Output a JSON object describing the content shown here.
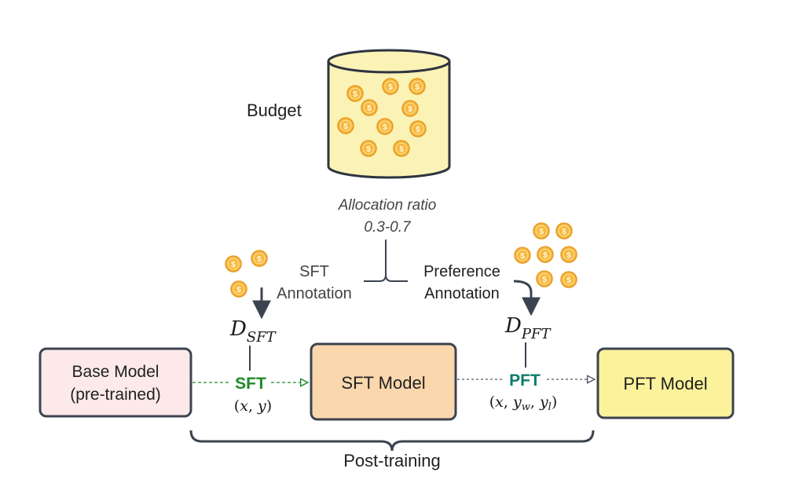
{
  "budget": {
    "label": "Budget",
    "allocation_line1": "Allocation ratio",
    "allocation_line2": "0.3-0.7"
  },
  "branches": {
    "sft_line1": "SFT",
    "sft_line2": "Annotation",
    "pref_line1": "Preference",
    "pref_line2": "Annotation"
  },
  "datasets": {
    "sft_base": "D",
    "sft_sub": "SFT",
    "pft_base": "D",
    "pft_sub": "PFT"
  },
  "models": {
    "base_line1": "Base Model",
    "base_line2": "(pre-trained)",
    "sft": "SFT Model",
    "pft": "PFT Model"
  },
  "stages": {
    "sft_label": "SFT",
    "sft_sig_open": "(",
    "sft_sig_x": "x",
    "sft_sig_comma": ", ",
    "sft_sig_y": "y",
    "sft_sig_close": ")",
    "pft_label": "PFT",
    "pft_sig_open": "(",
    "pft_sig_x": "x",
    "pft_sig_comma1": ", ",
    "pft_sig_yw": "y",
    "pft_sig_w": "w",
    "pft_sig_comma2": ", ",
    "pft_sig_yl": "y",
    "pft_sig_l": "l",
    "pft_sig_close": ")"
  },
  "post_training_label": "Post-training",
  "icons": {
    "coin": "coin-icon",
    "coin_symbol": "$"
  },
  "colors": {
    "cylinder_fill": "#fbf3b6",
    "base_fill": "#fde9ea",
    "sft_fill": "#fbd7ae",
    "pft_fill": "#fbf29b",
    "box_stroke": "#3c4350",
    "sft_green": "#1f8a2a",
    "pft_teal": "#0e7c6b",
    "coin_fill": "#f6b73c",
    "coin_edge": "#e89a22"
  }
}
